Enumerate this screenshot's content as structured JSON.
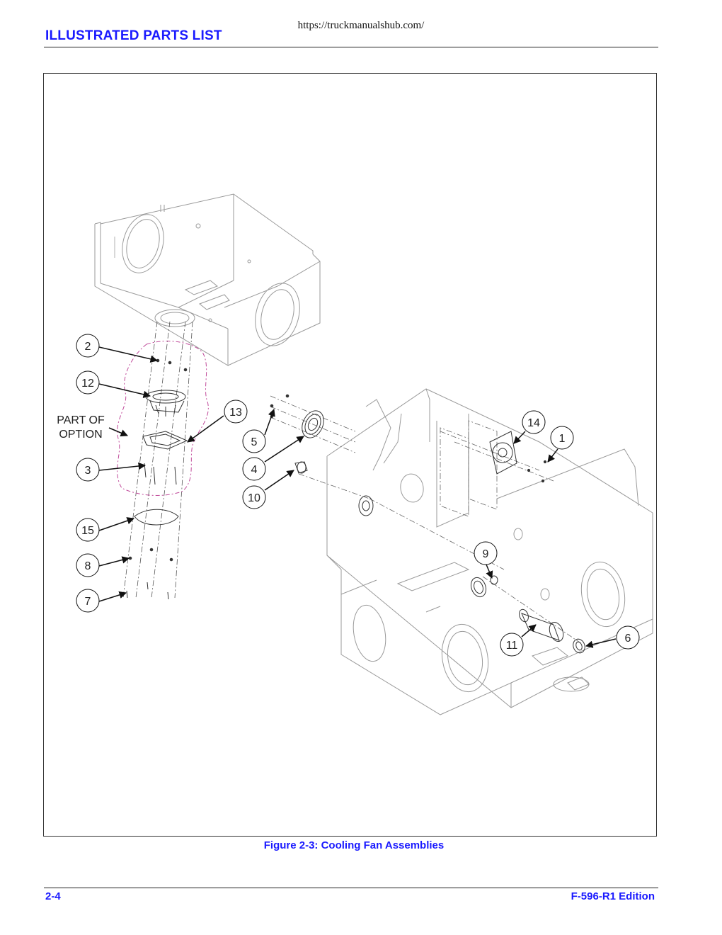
{
  "header": {
    "url": "https://truckmanualshub.com/",
    "section_title": "ILLUSTRATED PARTS LIST"
  },
  "figure": {
    "caption": "Figure 2-3:  Cooling Fan Assemblies",
    "note_line1": "PART OF",
    "note_line2": "OPTION",
    "callouts": [
      "2",
      "12",
      "13",
      "3",
      "15",
      "8",
      "7",
      "5",
      "4",
      "10",
      "14",
      "1",
      "9",
      "11",
      "6"
    ]
  },
  "footer": {
    "page_number": "2-4",
    "edition": "F-596-R1 Edition"
  },
  "colors": {
    "accent_blue": "#1a1aff",
    "option_outline": "#c04a9a"
  }
}
